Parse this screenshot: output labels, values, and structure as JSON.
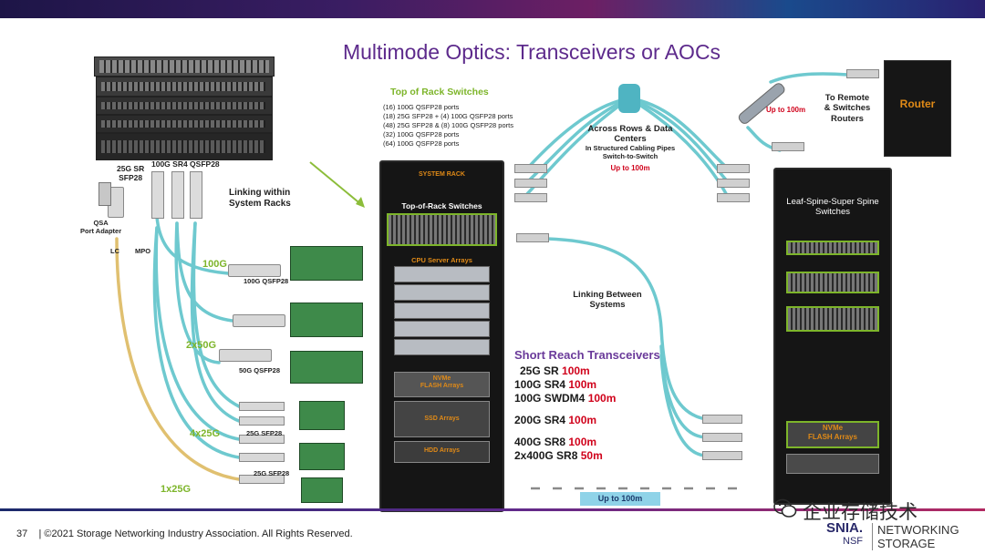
{
  "title": "Multimode Optics: Transceivers or AOCs",
  "left": {
    "sfp_25g": "25G SR\nSFP28",
    "qsfp_100g": "100G SR4 QSFP28",
    "qsa": "QSA\nPort Adapter",
    "lc": "LC",
    "mpo": "MPO",
    "linking_racks": "Linking within\nSystem Racks",
    "speed_100g": "100G",
    "label_100g_qsfp28": "100G QSFP28",
    "speed_2x50g": "2x50G",
    "label_50g_qsfp28": "50G QSFP28",
    "speed_4x25g": "4x25G",
    "label_25g_sfp28_a": "25G SFP28",
    "label_25g_sfp28_b": "25G SFP28",
    "speed_1x25g": "1x25G"
  },
  "tor": {
    "title": "Top of Rack Switches",
    "ports": [
      "(16) 100G QSFP28 ports",
      "(18) 25G  SFP28 + (4) 100G QSFP28 ports",
      "(48) 25G SFP28 & (8) 100G QSFP28 ports",
      "(32) 100G QSFP28 ports",
      "(64) 100G QSFP28 ports"
    ]
  },
  "center_rack": {
    "system_rack": "SYSTEM RACK",
    "tor_switches": "Top-of-Rack Switches",
    "cpu_arrays": "CPU Server Arrays",
    "nvme_arrays": "NVMe\nFLASH Arrays",
    "ssd_arrays": "SSD Arrays",
    "hdd_arrays": "HDD Arrays"
  },
  "right": {
    "across_rows": "Across Rows & Data\nCenters",
    "structured": "In Structured Cabling Pipes\nSwitch-to-Switch",
    "up_to_100m_a": "Up to 100m",
    "up_to_100m_b": "Up to 100m",
    "up_to_100m_c": "Up to 100m",
    "to_remote": "To Remote\n& Switches\nRouters",
    "router": "Router",
    "linking_between": "Linking Between\nSystems",
    "leaf_spine": "Leaf-Spine-Super Spine\nSwitches",
    "nvme_flash": "NVMe\nFLASH Arrays"
  },
  "short_reach": {
    "title": "Short Reach Transceivers",
    "items": [
      {
        "name": "25G SR ",
        "dist": "100m"
      },
      {
        "name": "100G SR4 ",
        "dist": "100m"
      },
      {
        "name": "100G SWDM4 ",
        "dist": "100m"
      },
      {
        "name": "200G SR4 ",
        "dist": "100m"
      },
      {
        "name": "400G SR8 ",
        "dist": "100m"
      },
      {
        "name": "2x400G SR8 ",
        "dist": "50m"
      }
    ]
  },
  "footer": {
    "page": "37",
    "copyright": "| ©2021 Storage Networking Industry Association. All Rights Reserved.",
    "snia": "SNIA.",
    "nsf": "NSF",
    "networking": "NETWORKING",
    "storage": "STORAGE",
    "wechat": "企业存储技术"
  },
  "colors": {
    "cable": "#6ec9cf",
    "title": "#5d2a8c",
    "green": "#7db52a",
    "red": "#d0021b",
    "orange": "#e08a17"
  }
}
